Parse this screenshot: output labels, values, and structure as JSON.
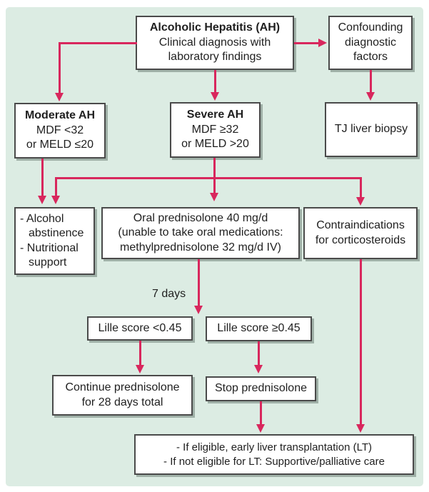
{
  "title": "Alcoholic hepatitis management flowchart",
  "colors": {
    "page": "#ffffff",
    "panel": "#dcece3",
    "arrow": "#d8275d",
    "box_border": "#4a4a4a",
    "box_shadow": "#9fb0a7",
    "text": "#1f1f1f"
  },
  "nodes": {
    "ah": {
      "title": "Alcoholic Hepatitis (AH)",
      "line1": "Clinical diagnosis with",
      "line2": "laboratory findings"
    },
    "confounding": {
      "line1": "Confounding",
      "line2": "diagnostic",
      "line3": "factors"
    },
    "moderate": {
      "title": "Moderate AH",
      "line1": "MDF <32",
      "line2": "or MELD ≤20"
    },
    "severe": {
      "title": "Severe AH",
      "line1": "MDF ≥32",
      "line2": "or MELD >20"
    },
    "tj_biopsy": {
      "line1": "TJ liver biopsy"
    },
    "supportive_care": {
      "line1": "- Alcohol",
      "line2": "abstinence",
      "line3": "- Nutritional",
      "line4": "support"
    },
    "prednisolone": {
      "line1": "Oral prednisolone 40 mg/d",
      "line2": "(unable to take oral medications:",
      "line3": "methylprednisolone 32 mg/d IV)"
    },
    "contraindications": {
      "line1": "Contraindications",
      "line2": "for corticosteroids"
    },
    "lille_low": {
      "line1": "Lille score <0.45"
    },
    "lille_high": {
      "line1": "Lille score ≥0.45"
    },
    "continue_prednisolone": {
      "line1": "Continue prednisolone",
      "line2": "for 28 days total"
    },
    "stop_prednisolone": {
      "line1": "Stop prednisolone"
    },
    "transplant": {
      "line1": "- If eligible, early liver transplantation (LT)",
      "line2": "- If not eligible for LT: Supportive/palliative care"
    }
  },
  "labels": {
    "duration": "7 days"
  }
}
